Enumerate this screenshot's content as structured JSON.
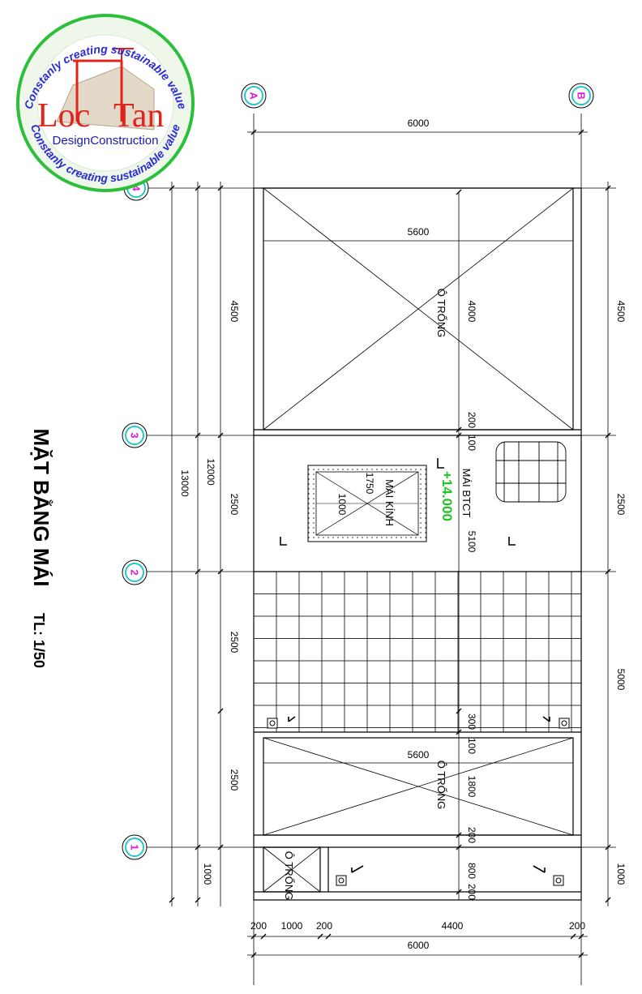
{
  "title": "MẶT BẰNG MÁI",
  "scale": "TL: 1/50",
  "logo": {
    "ring_text": "Constanly creating sustainable value",
    "name_part1": "Loc",
    "name_part2": "Tan",
    "subtitle": "DesignConstruction"
  },
  "grid_axes": {
    "columns": [
      "A",
      "B"
    ],
    "rows": [
      "4",
      "3",
      "2",
      "1"
    ]
  },
  "dimensions": {
    "top_overall": "6000",
    "bottom_overall": "6000",
    "bottom_segments": [
      "200",
      "1000",
      "200",
      "4400",
      "200"
    ],
    "left_overall": "13000",
    "left_inner": "12000",
    "left_segments": [
      "4500",
      "2500",
      "2500",
      "2500",
      "1000"
    ],
    "right_segments": [
      "4500",
      "2500",
      "5000",
      "1000"
    ],
    "void_top_width": "5600",
    "void_top_height": "4000",
    "void_mid_width": "5600",
    "void_mid_height": "1800",
    "center_200a": "200",
    "center_100a": "100",
    "center_5100": "5100",
    "center_300": "300",
    "center_100b": "100",
    "center_200b": "200",
    "center_800": "800",
    "center_200c": "200",
    "skylight_w": "1750",
    "skylight_h": "1000"
  },
  "labels": {
    "void": "Ô TRỐNG",
    "concrete_roof": "MÁI BTCT",
    "glass_roof": "MÁI KÍNH",
    "level": "+14.000"
  }
}
